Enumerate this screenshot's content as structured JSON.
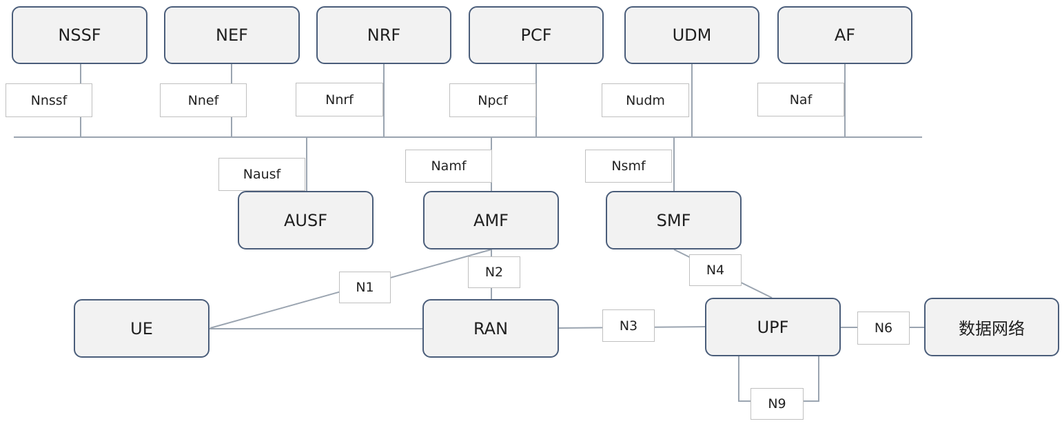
{
  "functions": {
    "nssf": "NSSF",
    "nef": "NEF",
    "nrf": "NRF",
    "pcf": "PCF",
    "udm": "UDM",
    "af": "AF",
    "ausf": "AUSF",
    "amf": "AMF",
    "smf": "SMF",
    "ue": "UE",
    "ran": "RAN",
    "upf": "UPF",
    "dn": "数据网络"
  },
  "interfaces": {
    "nnssf": "Nnssf",
    "nnef": "Nnef",
    "nnrf": "Nnrf",
    "npcf": "Npcf",
    "nudm": "Nudm",
    "naf": "Naf",
    "nausf": "Nausf",
    "namf": "Namf",
    "nsmf": "Nsmf",
    "n1": "N1",
    "n2": "N2",
    "n3": "N3",
    "n4": "N4",
    "n6": "N6",
    "n9": "N9"
  },
  "colors": {
    "line": "#9aa4b0",
    "box_border": "#4a5d7a",
    "box_fill": "#f2f2f2"
  }
}
